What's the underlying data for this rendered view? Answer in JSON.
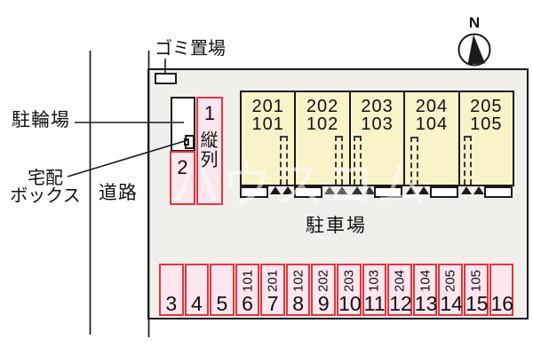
{
  "labels": {
    "garbage": "ゴミ置場",
    "bicycle_parking": "駐輪場",
    "delivery_box_line1": "宅配",
    "delivery_box_line2": "ボックス",
    "road": "道路",
    "parking_lot": "駐車場"
  },
  "compass": {
    "north_label": "N"
  },
  "tandem_area": {
    "space1_number": "1",
    "space1_note": "縦列",
    "space2_number": "2"
  },
  "building": {
    "units": [
      {
        "upper": "201",
        "lower": "101",
        "triangle_color": "#1a1a1a"
      },
      {
        "upper": "202",
        "lower": "102",
        "triangle_color": "#616161"
      },
      {
        "upper": "203",
        "lower": "103",
        "triangle_color": "#333333"
      },
      {
        "upper": "204",
        "lower": "104",
        "triangle_color": "#1a1a1a"
      },
      {
        "upper": "205",
        "lower": "105",
        "triangle_color": "#1a1a1a"
      }
    ]
  },
  "parking": {
    "spaces": [
      {
        "number": "3",
        "room": ""
      },
      {
        "number": "4",
        "room": ""
      },
      {
        "number": "5",
        "room": ""
      },
      {
        "number": "6",
        "room": "101"
      },
      {
        "number": "7",
        "room": "201"
      },
      {
        "number": "8",
        "room": "102"
      },
      {
        "number": "9",
        "room": "202"
      },
      {
        "number": "10",
        "room": "203"
      },
      {
        "number": "11",
        "room": "103"
      },
      {
        "number": "12",
        "room": "204"
      },
      {
        "number": "13",
        "room": "104"
      },
      {
        "number": "14",
        "room": "205"
      },
      {
        "number": "15",
        "room": "105"
      },
      {
        "number": "16",
        "room": ""
      }
    ]
  },
  "watermark": {
    "text": "ハウスコム"
  },
  "colors": {
    "site_fill": "#f0efeb",
    "unit_fill": "#faf2c9",
    "parking_fill": "#fde6ed",
    "parking_border": "#e5333f",
    "line_black": "#1a1a1a",
    "triangle_gray": "#616161"
  }
}
